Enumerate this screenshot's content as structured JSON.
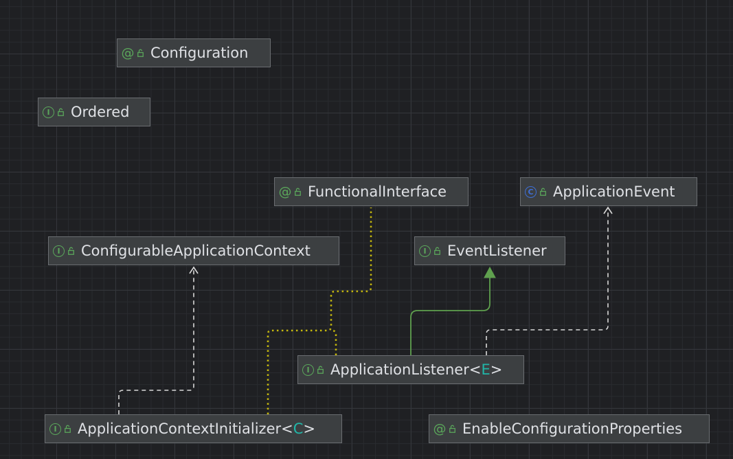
{
  "colors": {
    "background": "#1f2023",
    "node_fill": "#3c3f41",
    "node_border": "#6b6e72",
    "text": "#dfe1e5",
    "interface_icon": "#5aa65a",
    "class_icon": "#3f6fd6",
    "type_param": "#21b6a8",
    "realization_edge": "#d9d9d9",
    "extends_edge": "#5fa04e",
    "annotation_edge": "#c4b70e"
  },
  "nodes": {
    "configuration": {
      "kind": "annotation",
      "kind_glyph": "@",
      "label": "Configuration"
    },
    "ordered": {
      "kind": "interface",
      "kind_glyph": "I",
      "label": "Ordered"
    },
    "functional_interface": {
      "kind": "annotation",
      "kind_glyph": "@",
      "label": "FunctionalInterface"
    },
    "application_event": {
      "kind": "class",
      "kind_glyph": "C",
      "label": "ApplicationEvent"
    },
    "configurable_application_context": {
      "kind": "interface",
      "kind_glyph": "I",
      "label": "ConfigurableApplicationContext"
    },
    "event_listener": {
      "kind": "interface",
      "kind_glyph": "I",
      "label": "EventListener"
    },
    "application_listener": {
      "kind": "interface",
      "kind_glyph": "I",
      "label": "ApplicationListener<",
      "type_param": "E",
      "suffix": ">"
    },
    "application_context_initializer": {
      "kind": "interface",
      "kind_glyph": "I",
      "label": "ApplicationContextInitializer<",
      "type_param": "C",
      "suffix": ">"
    },
    "enable_configuration_properties": {
      "kind": "annotation",
      "kind_glyph": "@",
      "label": "EnableConfigurationProperties"
    }
  },
  "edges": [
    {
      "from": "application_context_initializer",
      "to": "configurable_application_context",
      "style": "dashed",
      "arrow": "open"
    },
    {
      "from": "application_context_initializer",
      "to": "functional_interface",
      "style": "dotted",
      "arrow": "none"
    },
    {
      "from": "application_listener",
      "to": "functional_interface",
      "style": "dotted",
      "arrow": "none"
    },
    {
      "from": "application_listener",
      "to": "event_listener",
      "style": "solid",
      "arrow": "filled"
    },
    {
      "from": "application_listener",
      "to": "application_event",
      "style": "dashed",
      "arrow": "open"
    }
  ]
}
